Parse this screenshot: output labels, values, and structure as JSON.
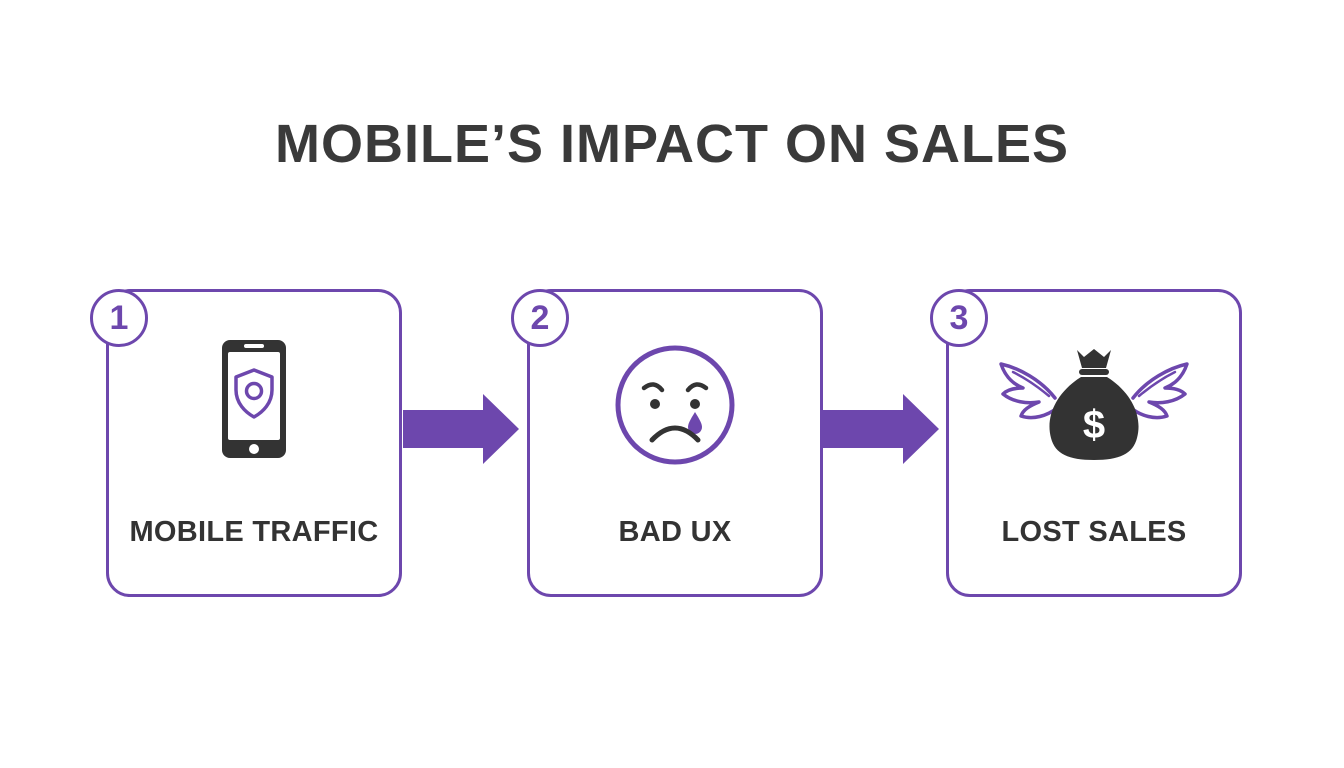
{
  "title": "MOBILE’S IMPACT ON SALES",
  "colors": {
    "accent": "#6d47ad",
    "text": "#333333",
    "icon_dark": "#333333"
  },
  "steps": [
    {
      "number": "1",
      "label": "MOBILE TRAFFIC",
      "icon": "smartphone-shield-icon"
    },
    {
      "number": "2",
      "label": "BAD UX",
      "icon": "sad-face-tear-icon"
    },
    {
      "number": "3",
      "label": "LOST SALES",
      "icon": "money-bag-wings-icon"
    }
  ]
}
